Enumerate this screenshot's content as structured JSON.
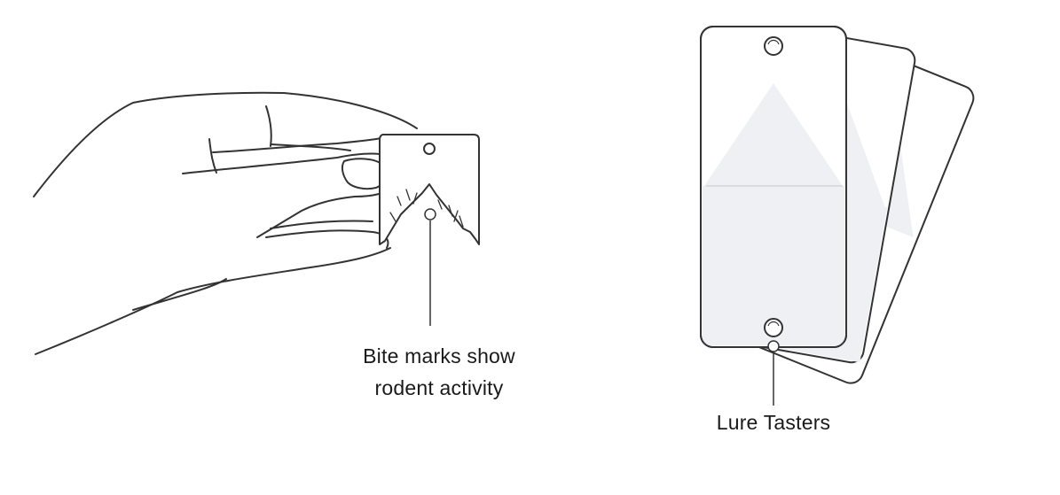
{
  "illustrations": {
    "hand_with_taster": {
      "icon": "hand-holding-bitten-taster-icon",
      "callout": {
        "lines": [
          "Bite marks show",
          "rodent activity"
        ]
      }
    },
    "lure_tasters": {
      "icon": "stacked-lure-tasters-icon",
      "callout": {
        "lines": [
          "Lure Tasters"
        ]
      }
    }
  },
  "colors": {
    "stroke": "#333333",
    "card_fill": "#ffffff",
    "card_tint": "#eef0f3",
    "text": "#1a1a1a"
  }
}
